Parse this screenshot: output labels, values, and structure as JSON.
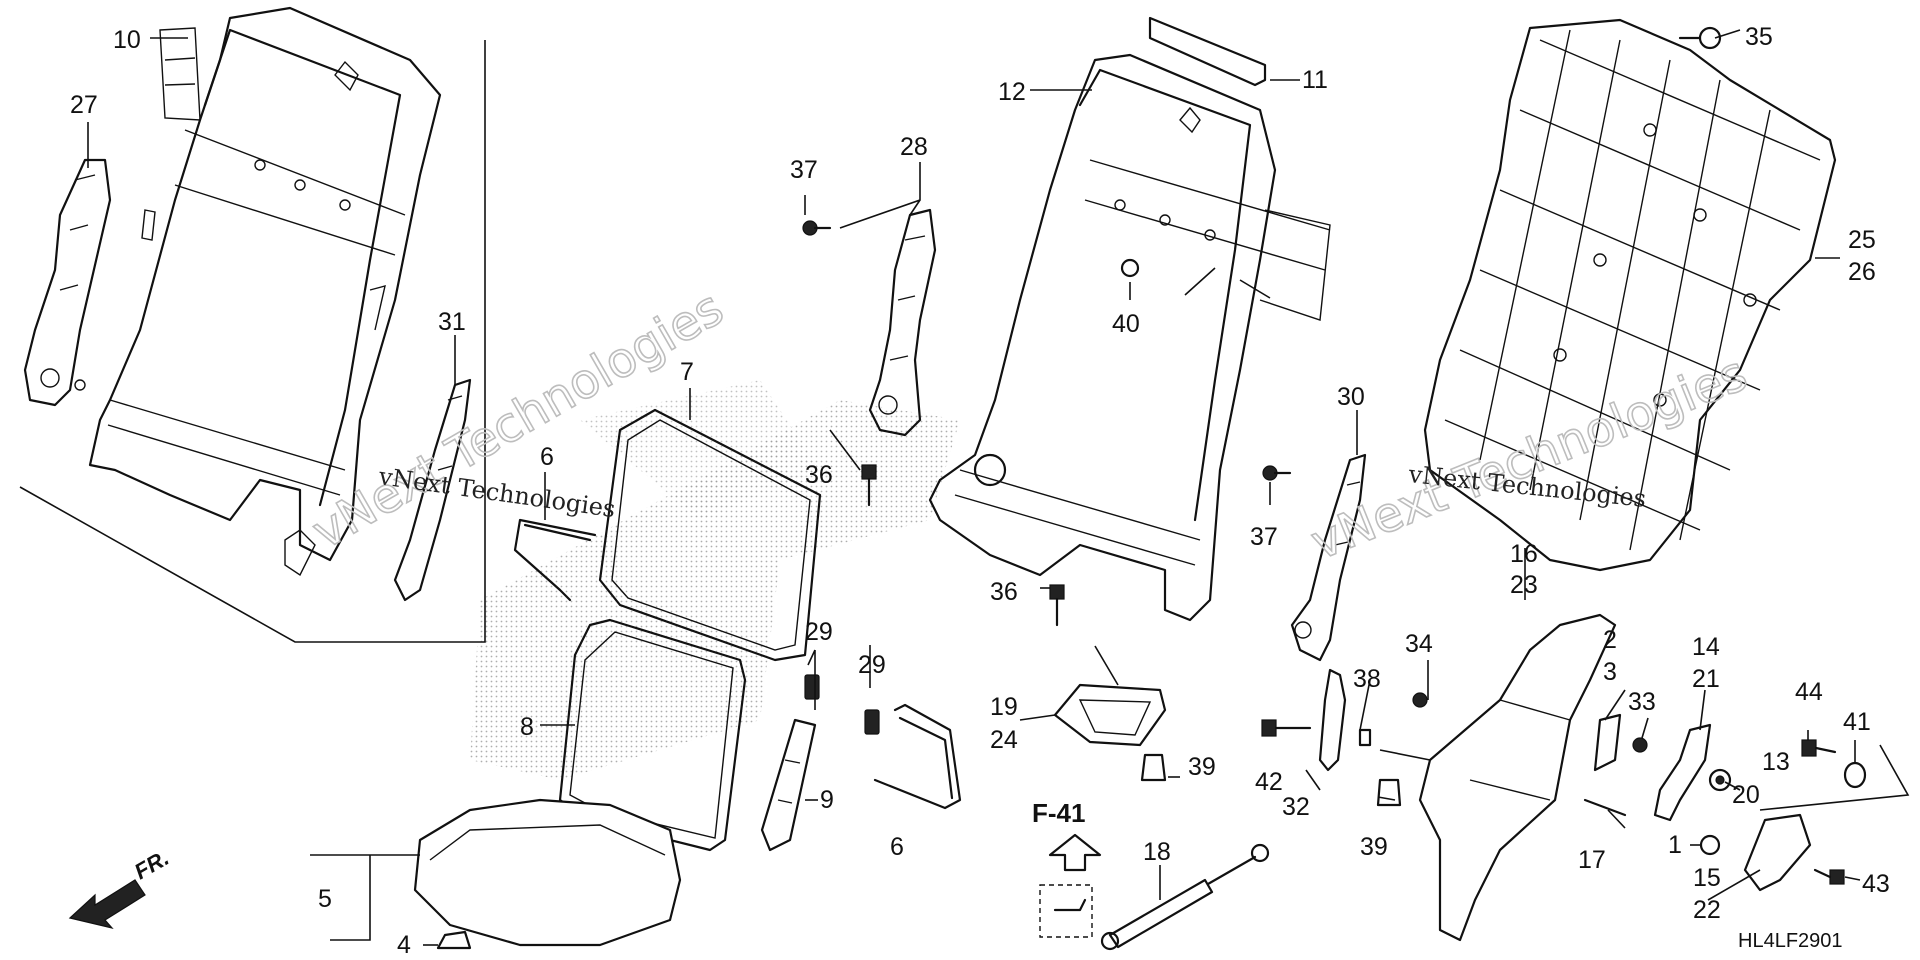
{
  "diagram": {
    "code": "HL4LF2901",
    "ref_label": "F-41",
    "front_label": "FR.",
    "watermark": "vNext Technologies",
    "callouts": [
      "1",
      "2",
      "3",
      "4",
      "5",
      "6",
      "6",
      "7",
      "8",
      "9",
      "10",
      "11",
      "12",
      "13",
      "14",
      "15",
      "16",
      "17",
      "18",
      "19",
      "20",
      "21",
      "22",
      "23",
      "24",
      "25",
      "26",
      "27",
      "28",
      "29",
      "29",
      "30",
      "31",
      "32",
      "33",
      "34",
      "35",
      "36",
      "36",
      "37",
      "37",
      "38",
      "39",
      "39",
      "40",
      "41",
      "42",
      "43",
      "44"
    ]
  }
}
